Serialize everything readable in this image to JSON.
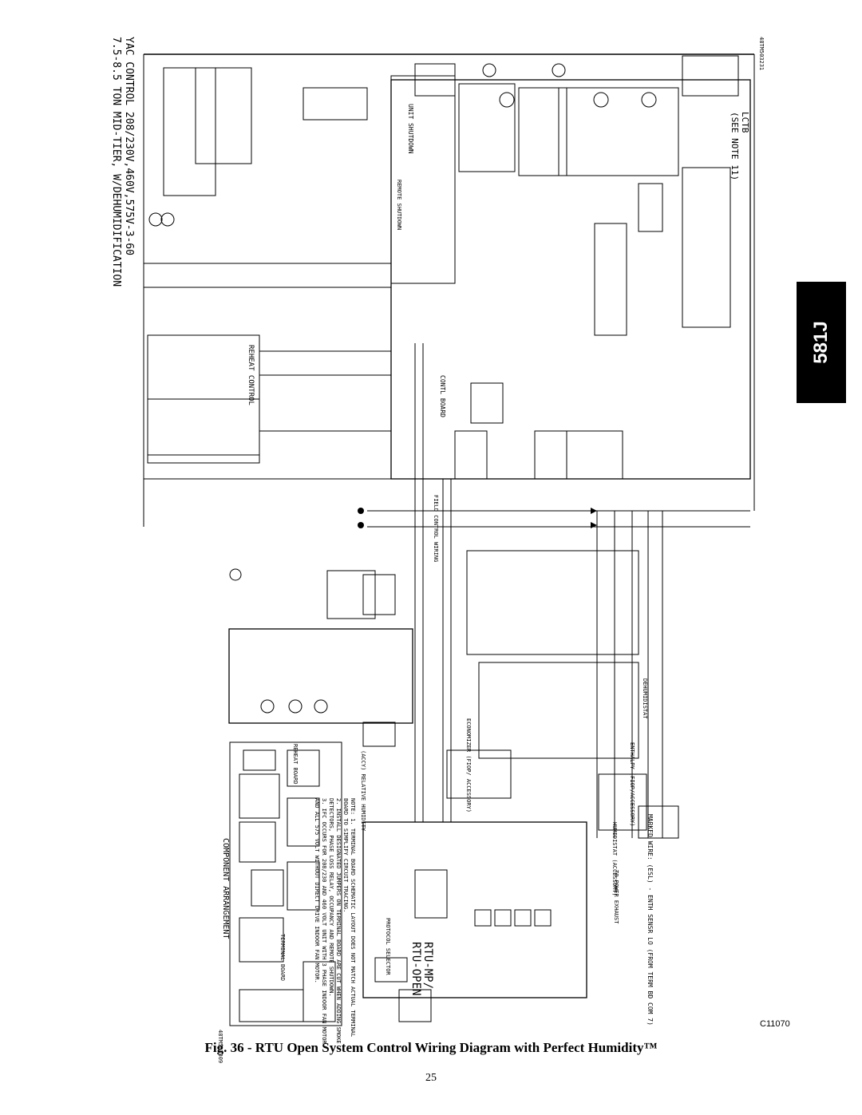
{
  "diagram": {
    "title_line1": "YAC CONTROL 208/230V,460V,575V-3-60",
    "title_line2": "7.5-8.5 TON MID-TIER, W/DEHUMIDIFICATION",
    "lctb_label": "LCTB",
    "see_note": "(SEE NOTE 11)",
    "reheat_control": "REHEAT CONTROL",
    "control_board": "CONTL BOARD",
    "unit_shutdown": "UNIT SHUTDOWN",
    "remote_shutdown": "REMOTE SHUTDOWN",
    "field_control_wiring": "FIELD CONTROL WIRING",
    "dehumidistat": "DEHUMIDISTAT",
    "economizer": "ECONOMIZER (FIOP/ ACCESSORY)",
    "enthalpy": "ENTHALPY (FIOP/ACCESSORY)",
    "humidistat": "HUMIDISTAT (ACCESSORY)",
    "relative_humidity": "(ACCY) RELATIVE HUMIDITY",
    "rtu_mp": "RTU-MP/",
    "rtu_open": "RTU-OPEN",
    "protocol_selector": "PROTOCOL SELECTOR",
    "component_arrangement": "COMPONENT ARRANGEMENT",
    "terminal_board": "TERMINAL BOARD",
    "reheat_board": "REHEAT BOARD",
    "marked_wire": "MARKED WIRE: (ESL) - ENTH SENSR LO (FROM TERM BD COM 7)",
    "to_power_exhaust": "TO POWER EXHAUST",
    "doc_number_top": "48TM503231",
    "doc_number_bottom": "48TM503309",
    "notes": [
      "NOTE: 1. TERMINAL BOARD SCHEMATIC LAYOUT DOES NOT MATCH ACTUAL TERMINAL",
      "BOARD TO SIMPLIFY CIRCUIT TRACING.",
      "2. INSTALL DESIGNATED JUMPERS ON TERMINAL BOARD ARE CUT WHEN ADDING SMOKE",
      "DETECTORS, PHASE LOSS RELAY, OCCUPANCY AND REMOTE SHUTDOWN.",
      "3. IFC OCCURS FOR 208/230 AND 460 VOLT UNIT WITH 3 PHASE INDOOR FAN MOTOR",
      "AND ALL 575 VOLT WITHOUT DIRECT DRIVE INDOOR FAN MOTOR."
    ]
  },
  "tab_label": "581J",
  "figure_ref": "C11070",
  "caption": "Fig. 36 - RTU Open System Control Wiring Diagram with Perfect Humidity™",
  "page_number": "25"
}
